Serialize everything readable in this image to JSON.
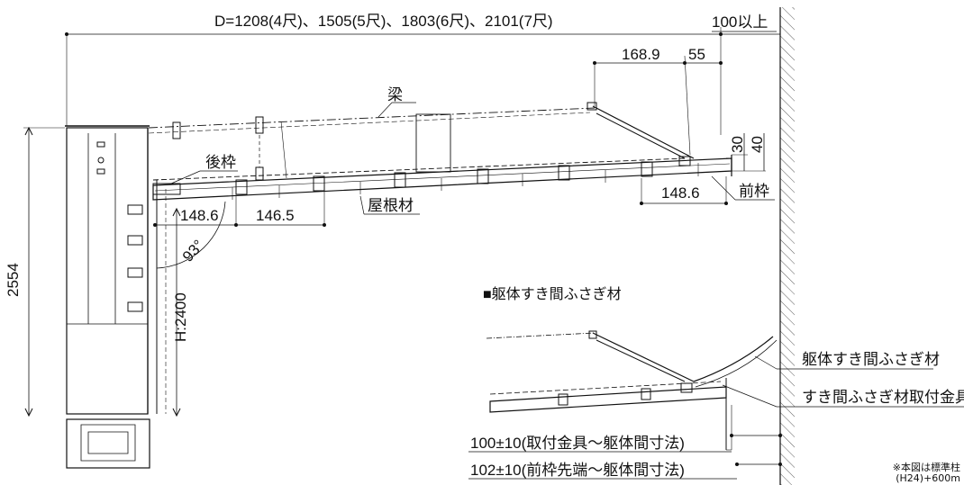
{
  "dimensions": {
    "overall_depth": "D=1208(4尺)、1505(5尺)、1803(6尺)、2101(7尺)",
    "wall_clearance": "100以上",
    "top_offset": "168.9",
    "top_gap": "55",
    "height_30": "30",
    "height_40": "40",
    "front_overhang": "148.6",
    "rear_overhang": "148.6",
    "rear_spacing": "146.5",
    "angle": "93°",
    "post_height": "H:2400",
    "total_height": "2554",
    "gap_fitting": "100±10(取付金具～躯体間寸法)",
    "gap_front": "102±10(前枠先端～躯体間寸法)"
  },
  "labels": {
    "beam": "梁",
    "rear_frame": "後枠",
    "front_frame": "前枠",
    "roof_material": "屋根材",
    "detail_title": "■躯体すき間ふさぎ材",
    "filler": "躯体すき間ふさぎ材",
    "filler_bracket": "すき間ふさぎ材取付金具"
  },
  "footnote": {
    "line1": "※本図は標準柱",
    "line2": "(H24)+600m"
  }
}
